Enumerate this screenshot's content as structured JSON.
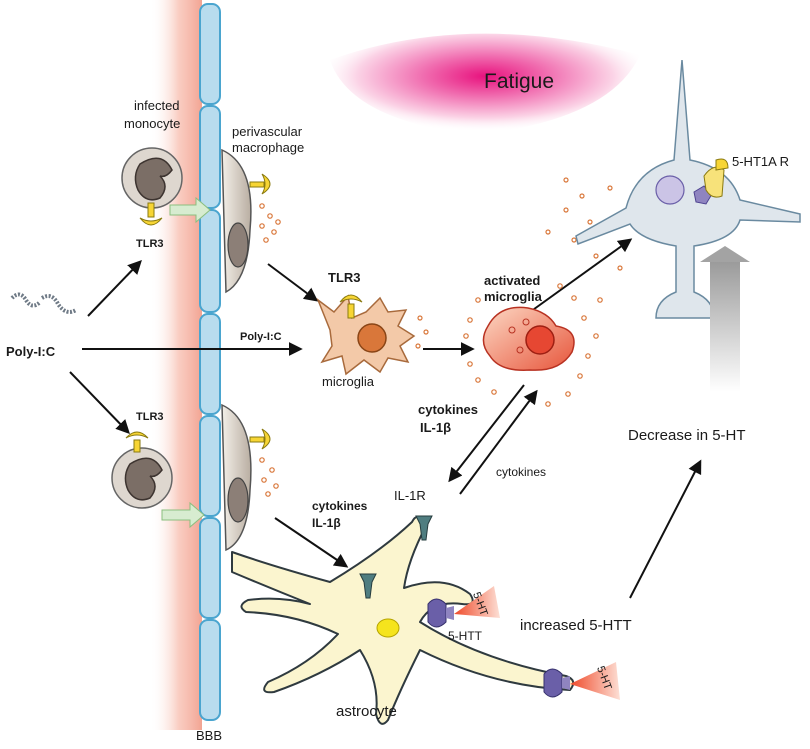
{
  "labels": {
    "fatigue": "Fatigue",
    "infected_monocyte_line1": "infected",
    "infected_monocyte_line2": "monocyte",
    "perivascular_line1": "perivascular",
    "perivascular_line2": "macrophage",
    "tlr3_upper": "TLR3",
    "tlr3_lower": "TLR3",
    "tlr3_microglia": "TLR3",
    "poly_ic": "Poly-I:C",
    "poly_ic_arrow": "Poly-I:C",
    "microglia": "microglia",
    "activated_line1": "activated",
    "activated_line2": "microglia",
    "cytokines_bold": "cytokines",
    "il1b_bold": "IL-1β",
    "cytokines_right": "cytokines",
    "cytokines_left": "cytokines",
    "il1b_left": "IL-1β",
    "il1r": "IL-1R",
    "ht1a_receptor": "5-HT1A R",
    "decrease_5ht": "Decrease in 5-HT",
    "increased_5htt": "increased 5-HTT",
    "ht_upper": "5-HT",
    "htt_label": "5-HTT",
    "ht_lower": "5-HT",
    "astrocyte": "astrocyte",
    "bbb": "BBB"
  },
  "colors": {
    "vessel_blue": "#b8dcee",
    "vessel_edge": "#4aa5cf",
    "vessel_pink": "#f2a493",
    "fatigue_magenta": "#e8127e",
    "receptor_yellow": "#f7d534",
    "astrocyte_fill": "#fbf5cf",
    "astrocyte_edge": "#2f3a3f",
    "microglia_orange": "#d9773a",
    "activated_red": "#e64732",
    "neuron_fill": "#dfe6ec",
    "transporter_purple": "#6a5fa8",
    "il1r_teal": "#4f7d80"
  }
}
